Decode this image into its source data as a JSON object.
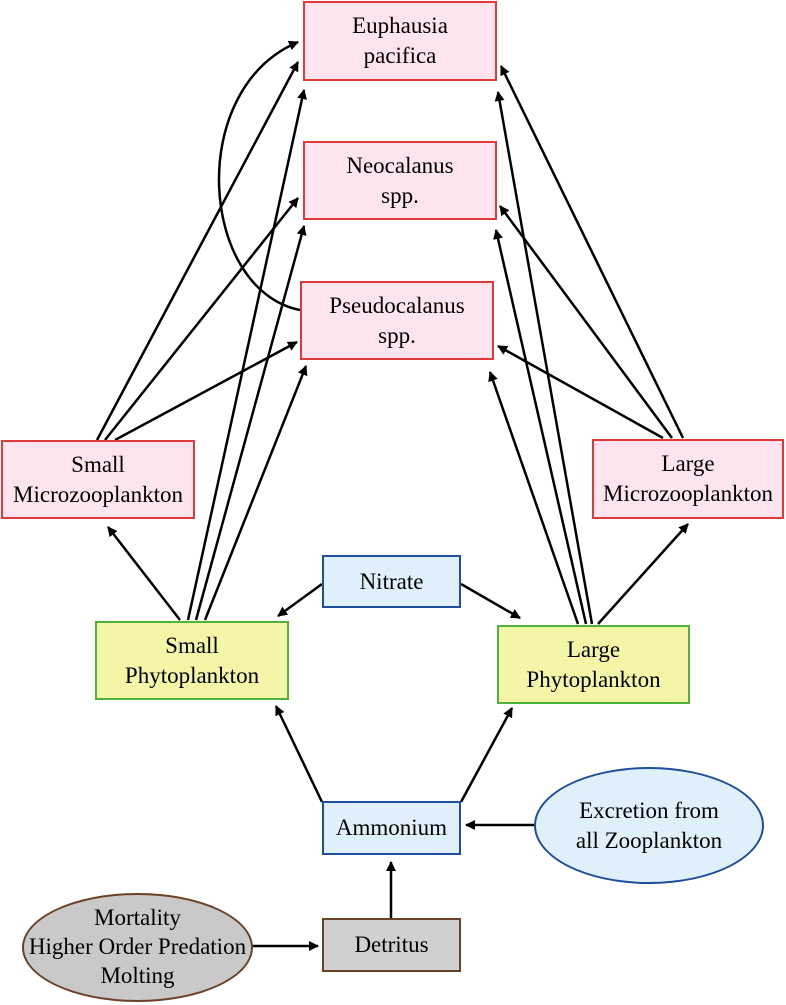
{
  "nodes": {
    "euphausia": "Euphausia\npacifica",
    "neocalanus": "Neocalanus\nspp.",
    "pseudocalanus": "Pseudocalanus\nspp.",
    "small_micro": "Small\nMicrozooplankton",
    "large_micro": "Large\nMicrozooplankton",
    "nitrate": "Nitrate",
    "small_phyto": "Small\nPhytoplankton",
    "large_phyto": "Large\nPhytoplankton",
    "ammonium": "Ammonium",
    "excretion": "Excretion from\nall Zooplankton",
    "detritus": "Detritus",
    "mortality": "Mortality\nHigher Order Predation\nMolting"
  },
  "colors": {
    "zooplankton_fill": "#fde4ee",
    "zooplankton_border": "#e03a3a",
    "phytoplankton_fill": "#f5f5a8",
    "phytoplankton_border": "#4fb33b",
    "nutrient_fill": "#dff0fb",
    "nutrient_border": "#1f4e9c",
    "detritus_fill": "#d0d0d0",
    "detritus_border": "#6b4226"
  }
}
